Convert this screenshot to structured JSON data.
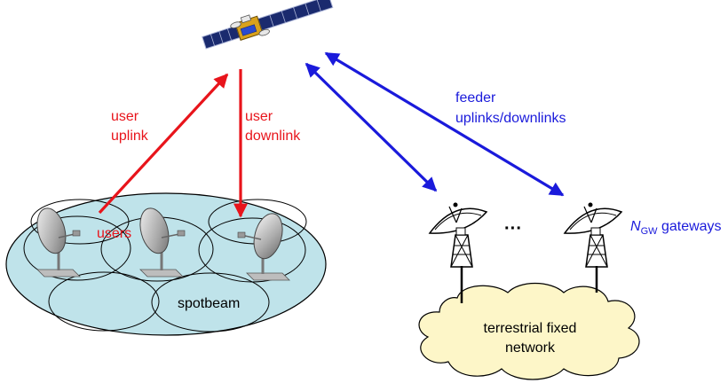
{
  "labels": {
    "user_uplink_1": "user",
    "user_uplink_2": "uplink",
    "user_downlink_1": "user",
    "user_downlink_2": "downlink",
    "users": "users",
    "spotbeam": "spotbeam",
    "feeder_1": "feeder",
    "feeder_2": "uplinks/downlinks",
    "ellipsis": "···",
    "gw_symbol": "N",
    "gw_subscript": "GW",
    "gw_text": " gateways",
    "network_1": "terrestrial fixed",
    "network_2": "network"
  },
  "colors": {
    "user_link": "#e8141b",
    "feeder_link": "#1a1adb",
    "coverage_fill": "#bfe3ea",
    "cloud_fill": "#fdf6c8"
  },
  "icons": {
    "satellite": "satellite-icon",
    "user_terminal": "satellite-dish-icon",
    "gateway": "gateway-antenna-icon"
  }
}
